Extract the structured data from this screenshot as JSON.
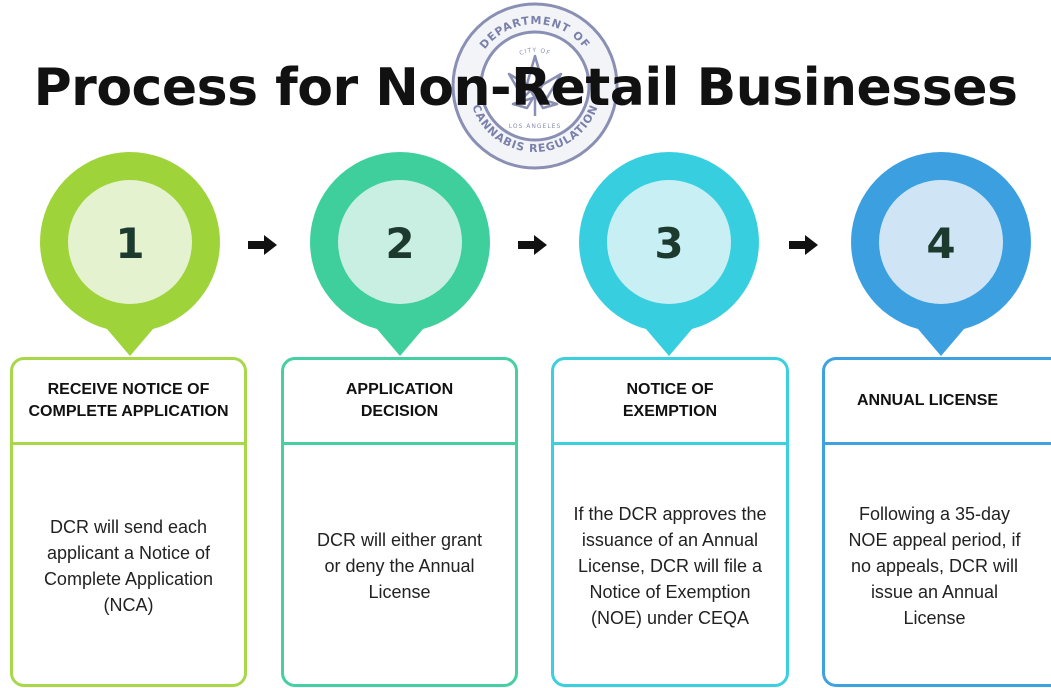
{
  "title": "Process for Non-Retail Businesses",
  "seal": {
    "top_text": "DEPARTMENT OF",
    "bottom_text": "CANNABIS REGULATION",
    "inner_top": "CITY OF",
    "inner_bottom": "LOS ANGELES"
  },
  "steps": [
    {
      "number": "1",
      "heading": "RECEIVE NOTICE OF COMPLETE APPLICATION",
      "body": "DCR will send each applicant a Notice of Complete Application (NCA)",
      "outer_color": "#9ed33a",
      "inner_color": "#e4f2cf",
      "border_color": "#a8d84a"
    },
    {
      "number": "2",
      "heading": "APPLICATION DECISION",
      "body": "DCR will either grant or deny the Annual License",
      "outer_color": "#3fcf9c",
      "inner_color": "#c8efe2",
      "border_color": "#45cfa2"
    },
    {
      "number": "3",
      "heading": "NOTICE OF EXEMPTION",
      "body": "If the DCR approves the issuance of an Annual License, DCR will file a Notice of Exemption (NOE) under CEQA",
      "outer_color": "#37cfe0",
      "inner_color": "#c8eff4",
      "border_color": "#3ccfe0"
    },
    {
      "number": "4",
      "heading": "ANNUAL LICENSE",
      "body": "Following a 35-day NOE appeal period, if no appeals, DCR will issue an Annual License",
      "outer_color": "#3ca0e0",
      "inner_color": "#cfe5f6",
      "border_color": "#3ea2e0"
    }
  ],
  "arrow_color": "#111111"
}
